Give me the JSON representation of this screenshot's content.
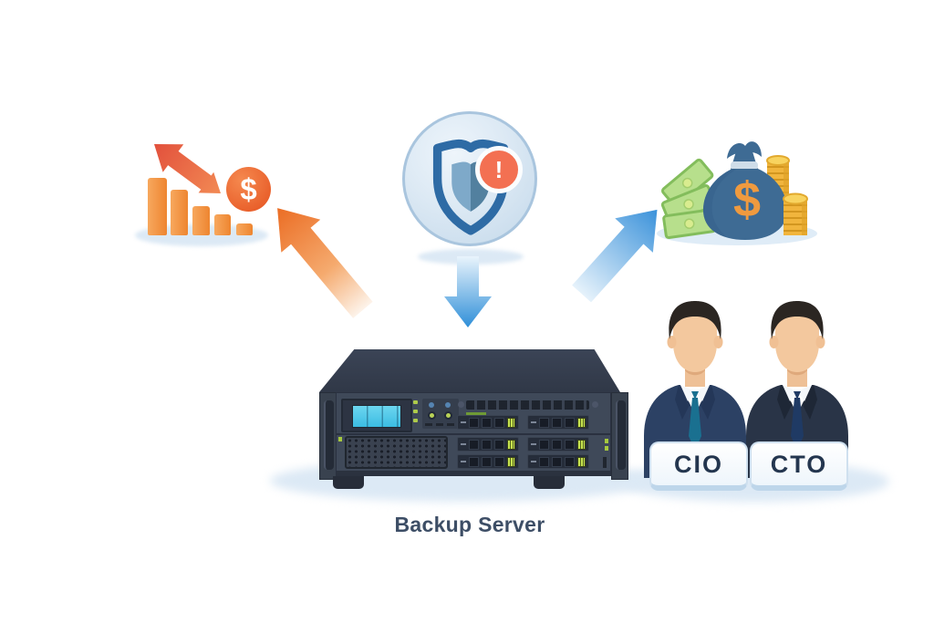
{
  "symbols": {
    "dollar": "$",
    "alert": "!"
  },
  "server": {
    "caption": "Backup Server"
  },
  "executives": [
    {
      "label": "CIO"
    },
    {
      "label": "CTO"
    }
  ],
  "icons": {
    "declining-bar-chart-icon": "five shrinking orange bars",
    "trend-arrow-icon": "double-headed red-orange diagonal arrow",
    "dollar-badge-icon": "orange circle with dollar sign",
    "shield-alert-icon": "blue shield in light blue circle",
    "alert-badge-icon": "orange circle with exclamation mark",
    "loss-arrow-icon": "orange arrow pointing up-left",
    "down-arrow-icon": "blue arrow pointing down to server",
    "profit-arrow-icon": "blue arrow pointing up-right",
    "money-bag-icon": "blue money bag with dollar sign",
    "banknotes-icon": "fan of green banknotes",
    "coin-stacks-icon": "two stacks of gold coins",
    "server-illustration": "dark rack-mounted backup server",
    "executive-figure": "businessman in suit and tie"
  },
  "colors": {
    "orange_accent": "#ee8530",
    "red_orange": "#e5521f",
    "blue_accent": "#3e96dc",
    "shield_blue": "#2e6ba5",
    "light_blue_shadow": "#dce9f5",
    "money_bag_blue": "#3e6b94",
    "coin_gold": "#f1b53d",
    "note_green": "#b7df8c",
    "server_body": "#3f4959",
    "led_green": "#c7e44f",
    "screen_cyan": "#45c6e8",
    "navy_suit": "#2c4164",
    "charcoal_suit": "#293447",
    "caption_text": "#3d4e66",
    "label_text": "#24364f"
  }
}
